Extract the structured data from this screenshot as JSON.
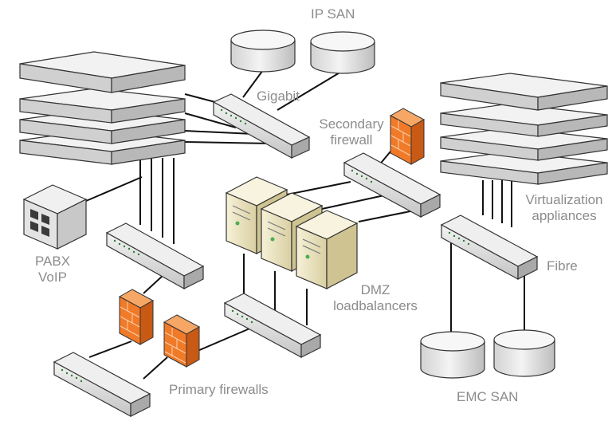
{
  "labels": {
    "ip_san": "IP SAN",
    "gigabit": "Gigabit",
    "secondary_firewall_1": "Secondary",
    "secondary_firewall_2": "firewall",
    "virtualization_1": "Virtualization",
    "virtualization_2": "appliances",
    "pabx_1": "PABX",
    "pabx_2": "VoIP",
    "fibre": "Fibre",
    "dmz_1": "DMZ",
    "dmz_2": "loadbalancers",
    "primary_firewalls": "Primary firewalls",
    "emc_san": "EMC SAN"
  },
  "colors": {
    "device_fill": "#dcdcdc",
    "device_edge": "#3a3a3a",
    "firewall": "#f07a28",
    "server": "#efe8c6",
    "label": "#8c8c8c"
  }
}
